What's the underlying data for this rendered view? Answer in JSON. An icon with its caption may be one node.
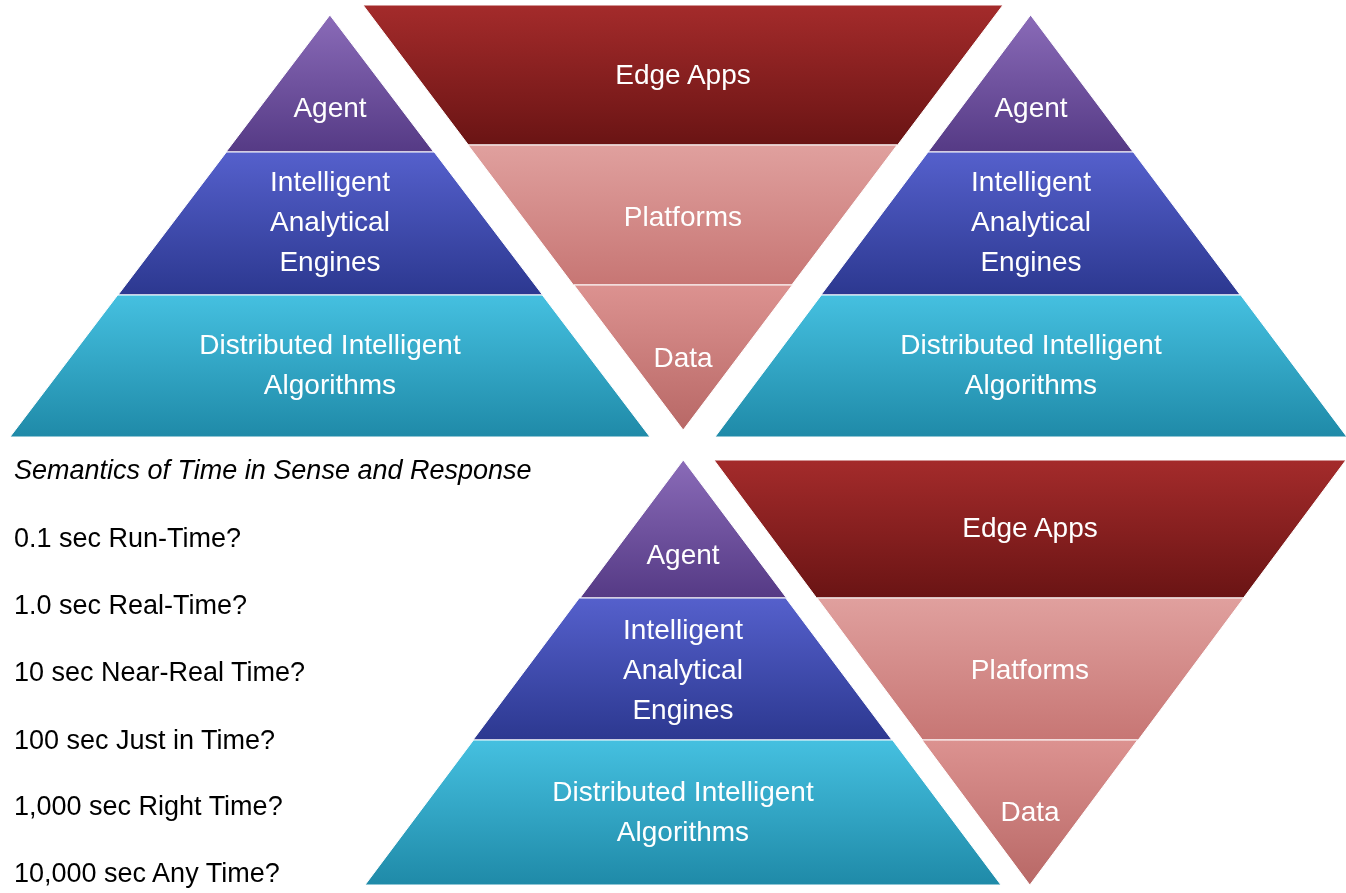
{
  "diagram": {
    "nodes": [
      {
        "text": [
          "Agent"
        ]
      },
      {
        "text": [
          "Intelligent Analytical Engines"
        ]
      },
      {
        "text": [
          "Distributed Intelligent Algorithms"
        ]
      },
      {
        "text": [
          "Edge Apps"
        ]
      },
      {
        "text": [
          "Platforms"
        ]
      },
      {
        "text": [
          "Data"
        ]
      },
      {
        "text": [
          "Agent"
        ]
      },
      {
        "text": [
          "Intelligent Analytical Engines"
        ]
      },
      {
        "text": [
          "Distributed Intelligent Algorithms"
        ]
      },
      {
        "text": [
          "Agent"
        ]
      },
      {
        "text": [
          "Intelligent Analytical Engines"
        ]
      },
      {
        "text": [
          "Distributed Intelligent Algorithms"
        ]
      },
      {
        "text": [
          "Edge Apps"
        ]
      },
      {
        "text": [
          "Platforms"
        ]
      },
      {
        "text": [
          "Data"
        ]
      }
    ],
    "edges": [],
    "labels": [
      "Semantics of Time in Sense and Response",
      "0.1 sec Run-Time?",
      "1.0 sec Real-Time?",
      "10 sec Near-Real Time?",
      "100 sec Just in Time?",
      "1,000 sec Right Time?",
      "10,000 sec Any Time?"
    ]
  }
}
